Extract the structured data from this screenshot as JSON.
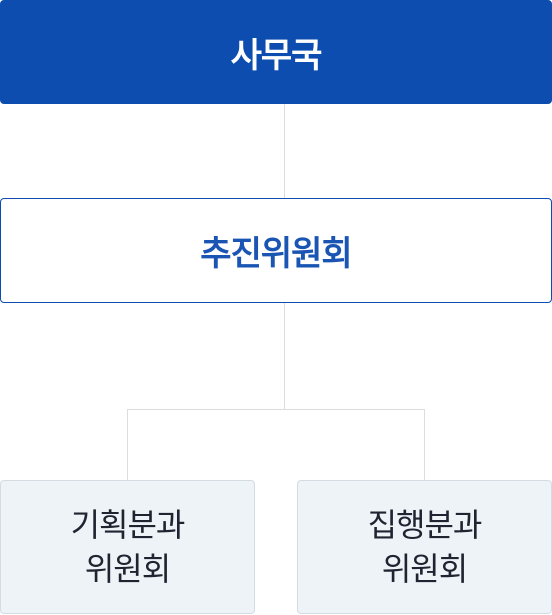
{
  "org_chart": {
    "top_node": {
      "label": "사무국"
    },
    "middle_node": {
      "label": "추진위원회"
    },
    "children": [
      {
        "line1": "기획분과",
        "line2": "위원회"
      },
      {
        "line1": "집행분과",
        "line2": "위원회"
      }
    ]
  },
  "colors": {
    "primary": "#0d4daf",
    "leaf_bg": "#eef3f8",
    "connector": "#dcdcdc"
  }
}
